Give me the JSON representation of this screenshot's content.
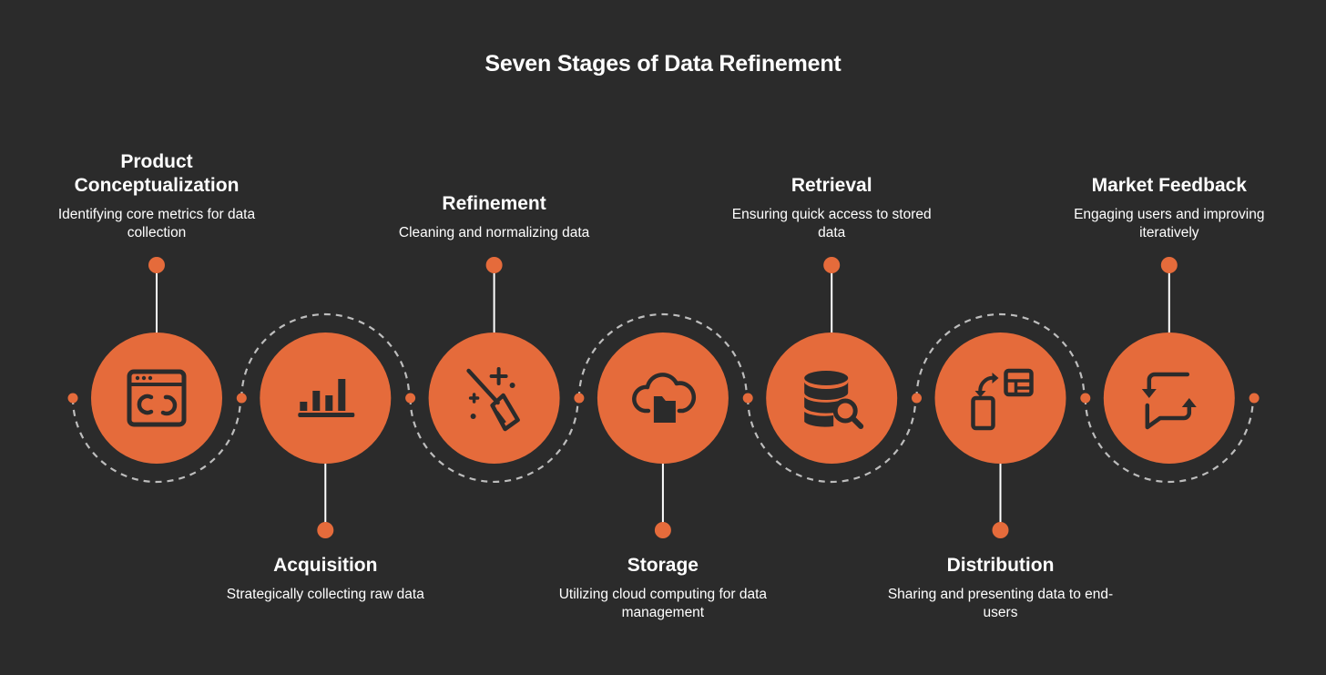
{
  "title": "Seven Stages of Data Refinement",
  "colors": {
    "background": "#2b2b2b",
    "accent": "#e56b3b",
    "icon": "#2b2b2b",
    "connector": "#ffffff",
    "dash": "#bdbdbd"
  },
  "stages": [
    {
      "name": "Product Conceptualization",
      "description": "Identifying core metrics for data collection",
      "icon": "browser-analytics-icon",
      "position": "top"
    },
    {
      "name": "Acquisition",
      "description": "Strategically collecting raw data",
      "icon": "bar-chart-icon",
      "position": "bottom"
    },
    {
      "name": "Refinement",
      "description": "Cleaning and normalizing data",
      "icon": "broom-sparkle-icon",
      "position": "top"
    },
    {
      "name": "Storage",
      "description": "Utilizing cloud computing for data management",
      "icon": "cloud-folder-icon",
      "position": "bottom"
    },
    {
      "name": "Retrieval",
      "description": "Ensuring quick access to stored data",
      "icon": "database-search-icon",
      "position": "top"
    },
    {
      "name": "Distribution",
      "description": "Sharing and presenting data to end-users",
      "icon": "device-share-icon",
      "position": "bottom"
    },
    {
      "name": "Market Feedback",
      "description": "Engaging users and improving iteratively",
      "icon": "feedback-loop-icon",
      "position": "top"
    }
  ]
}
